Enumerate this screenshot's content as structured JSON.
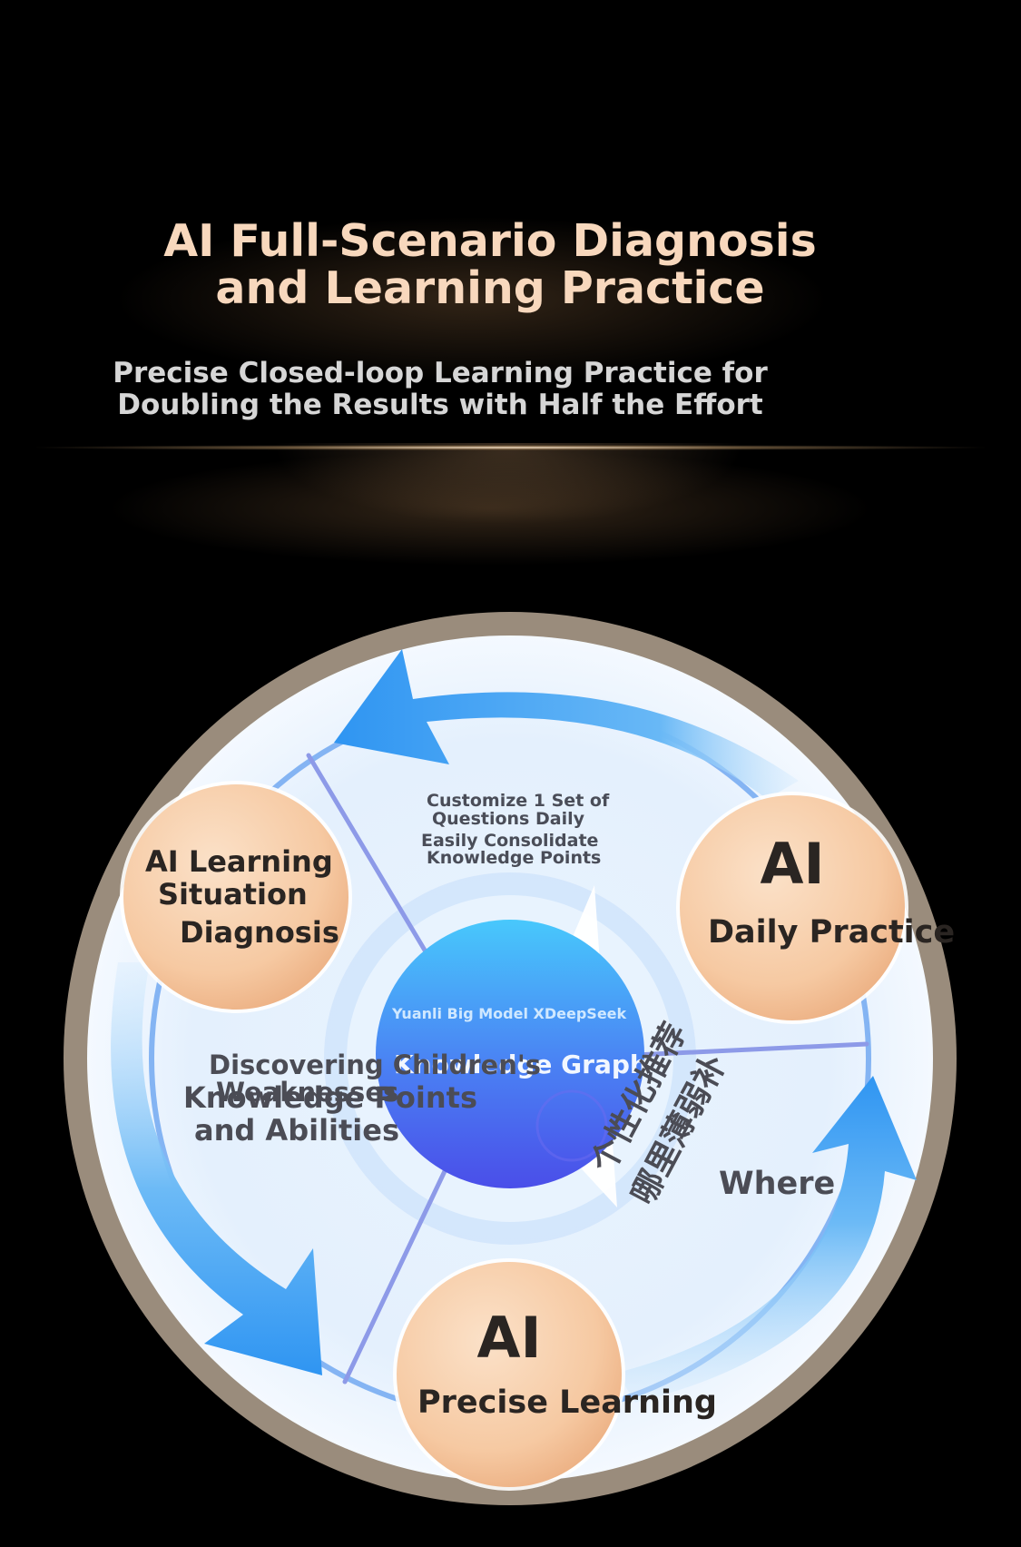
{
  "header": {
    "title_line1": "AI Full-Scenario Diagnosis",
    "title_line2": "and Learning Practice",
    "subtitle_line1": "Precise Closed-loop Learning Practice for",
    "subtitle_line2": "Doubling the Results with Half the Effort"
  },
  "diagram": {
    "center": {
      "model_label": "Yuanli Big Model XDeepSeek",
      "graph_label": "Knowledge Graph"
    },
    "nodes": {
      "diagnosis": {
        "line1": "AI Learning",
        "line2": "Situation",
        "line3": "Diagnosis"
      },
      "daily": {
        "line1": "AI",
        "line2": "Daily Practice"
      },
      "precise": {
        "line1": "AI",
        "line2": "Precise Learning"
      }
    },
    "segments": {
      "top": {
        "line1": "Customize 1 Set of",
        "line2": "Questions Daily",
        "line3": "Easily Consolidate",
        "line4": "Knowledge Points"
      },
      "left": {
        "line1": "Discovering Children's",
        "line2": "Weaknesses",
        "line3": "Knowledge Points",
        "line4": "and Abilities"
      },
      "right": {
        "cn_line1": "个性化推荐",
        "cn_line2": "哪里薄弱补",
        "en_word": "Where"
      }
    },
    "colors": {
      "node_fill": "#f6c9a2",
      "arrow_blue": "#3fa3f3",
      "center_blue": "#4a66f0",
      "ring_outer": "#9a8c7c"
    }
  }
}
